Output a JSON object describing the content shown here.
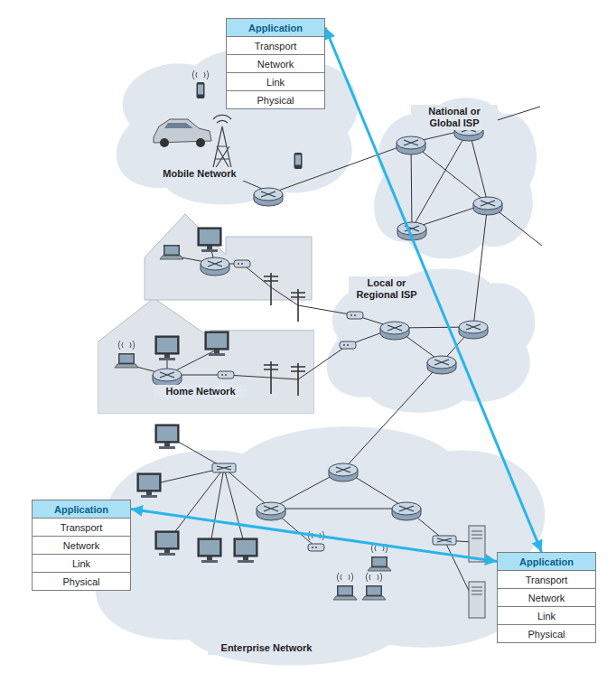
{
  "diagram": {
    "nodes": [
      {
        "text": [
          "Application"
        ]
      },
      {
        "text": [
          "Transport"
        ]
      },
      {
        "text": [
          "Network"
        ]
      },
      {
        "text": [
          "Link"
        ]
      },
      {
        "text": [
          "Physical"
        ]
      },
      {
        "text": [
          "Mobile Network"
        ]
      },
      {
        "text": [
          "National or Global ISP"
        ]
      },
      {
        "text": [
          "Local or Regional ISP"
        ]
      },
      {
        "text": [
          "Home Network"
        ]
      },
      {
        "text": [
          "Enterprise Network"
        ]
      },
      {
        "text": [
          "Application"
        ]
      },
      {
        "text": [
          "Transport"
        ]
      },
      {
        "text": [
          "Network"
        ]
      },
      {
        "text": [
          "Link"
        ]
      },
      {
        "text": [
          "Physical"
        ]
      },
      {
        "text": [
          "Application"
        ]
      },
      {
        "text": [
          "Transport"
        ]
      },
      {
        "text": [
          "Network"
        ]
      },
      {
        "text": [
          "Link"
        ]
      },
      {
        "text": [
          "Physical"
        ]
      }
    ],
    "edges": [
      {
        "from": 0,
        "to": 15,
        "arrow": "both"
      },
      {
        "from": 10,
        "to": 15,
        "arrow": "both"
      }
    ]
  }
}
